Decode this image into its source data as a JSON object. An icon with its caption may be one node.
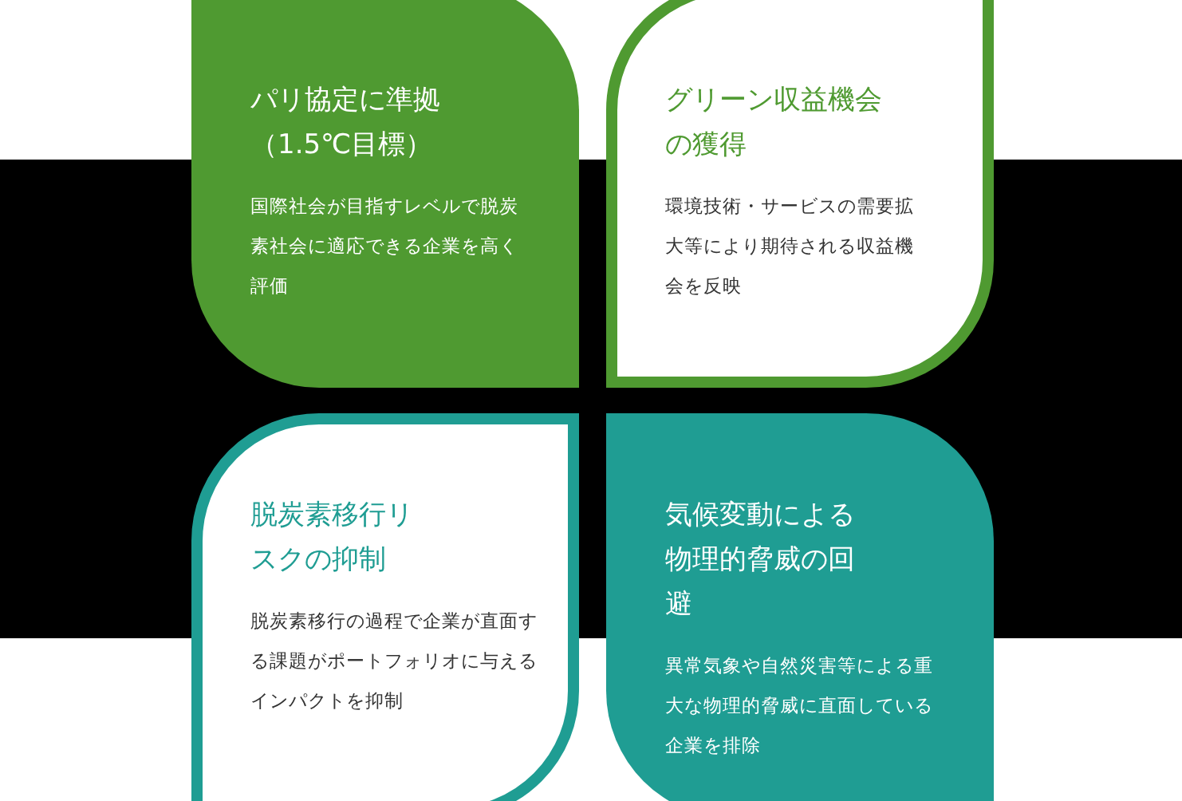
{
  "diagram": {
    "nodes": [
      {
        "text": [
          "パリ協定に準拠（1.5℃目標）",
          "国際社会が目指すレベルで脱炭素社会に適応できる企業を高く評価"
        ]
      },
      {
        "text": [
          "グリーン収益機会の獲得",
          "環境技術・サービスの需要拡大等により期待される収益機会を反映"
        ]
      },
      {
        "text": [
          "脱炭素移行リスクの抑制",
          "脱炭素移行の過程で企業が直面する課題がポートフォリオに与えるインパクトを抑制"
        ]
      },
      {
        "text": [
          "気候変動による物理的脅威の回避",
          "異常気象や自然災害等による重大な物理的脅威に直面している企業を排除"
        ]
      }
    ]
  }
}
